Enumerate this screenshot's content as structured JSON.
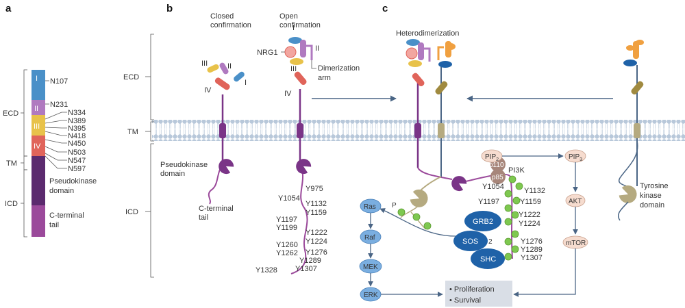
{
  "panels": {
    "a": "a",
    "b": "b",
    "c": "c"
  },
  "colors": {
    "domain_I": "#4a90c8",
    "domain_II": "#b07ac0",
    "domain_III": "#e8c24a",
    "domain_IV": "#e0645a",
    "pseudokinase": "#5b2a6e",
    "c_terminal": "#9b4a9b",
    "membrane": "#c9d6e6",
    "arrow": "#4a6585",
    "egfr_orange": "#f0a040",
    "kinase_khaki": "#b5aa80",
    "pathway_blue": "#7aaee0",
    "green_phospho": "#7ec850",
    "grb2_blue": "#1f62a8",
    "pi3k_brown": "#a7867a",
    "salmon": "#f6dccf",
    "outcome_box": "#d9dee6"
  },
  "panel_a": {
    "regions": {
      "ecd": "ECD",
      "tm": "TM",
      "icd": "ICD"
    },
    "domains": [
      "I",
      "II",
      "III",
      "IV"
    ],
    "glycosylation_sites": [
      "N107",
      "N231",
      "N334",
      "N389",
      "N395",
      "N418",
      "N450",
      "N503",
      "N547",
      "N597"
    ],
    "pseudokinase_label": [
      "Pseudokinase",
      "domain"
    ],
    "c_terminal_label": [
      "C-terminal",
      "tail"
    ]
  },
  "panel_b": {
    "regions": {
      "ecd": "ECD",
      "tm": "TM",
      "icd": "ICD"
    },
    "closed_title": [
      "Closed",
      "confirmation"
    ],
    "open_title": [
      "Open",
      "confirmation"
    ],
    "domain_labels": [
      "I",
      "II",
      "III",
      "IV"
    ],
    "nrg1": "NRG1",
    "dimerization_arm": [
      "Dimerization",
      "arm"
    ],
    "pseudokinase_label": [
      "Pseudokinase",
      "domain"
    ],
    "c_terminal_label": [
      "C-terminal",
      "tail"
    ],
    "tyrosines": [
      "Y975",
      "Y1054",
      "Y1132",
      "Y1159",
      "Y1197",
      "Y1199",
      "Y1222",
      "Y1224",
      "Y1260",
      "Y1262",
      "Y1276",
      "Y1289",
      "Y1328",
      "Y1307"
    ]
  },
  "panel_c": {
    "title": "Heterodimerization",
    "tyrosines": [
      "Y1054",
      "Y1132",
      "Y1197",
      "Y1159",
      "Y1222",
      "Y1224",
      "Y1276",
      "Y1289",
      "Y1307"
    ],
    "p_label": "P",
    "grb2": "GRB2",
    "sos": "SOS",
    "shc": "SHC",
    "sos_overlap_text": "2",
    "pip2": "PIP",
    "pip2_sub": "2",
    "pip3": "PIP",
    "pip3_sub": "3",
    "p110": "p110",
    "p85": "p85",
    "pi3k": "PI3K",
    "akt": "AKT",
    "mtor": "mTOR",
    "mapk": [
      "Ras",
      "Raf",
      "MEK",
      "ERK"
    ],
    "outcomes": [
      "• Proliferation",
      "• Survival"
    ],
    "tyrosine_kinase": [
      "Tyrosine",
      "kinase",
      "domain"
    ]
  }
}
